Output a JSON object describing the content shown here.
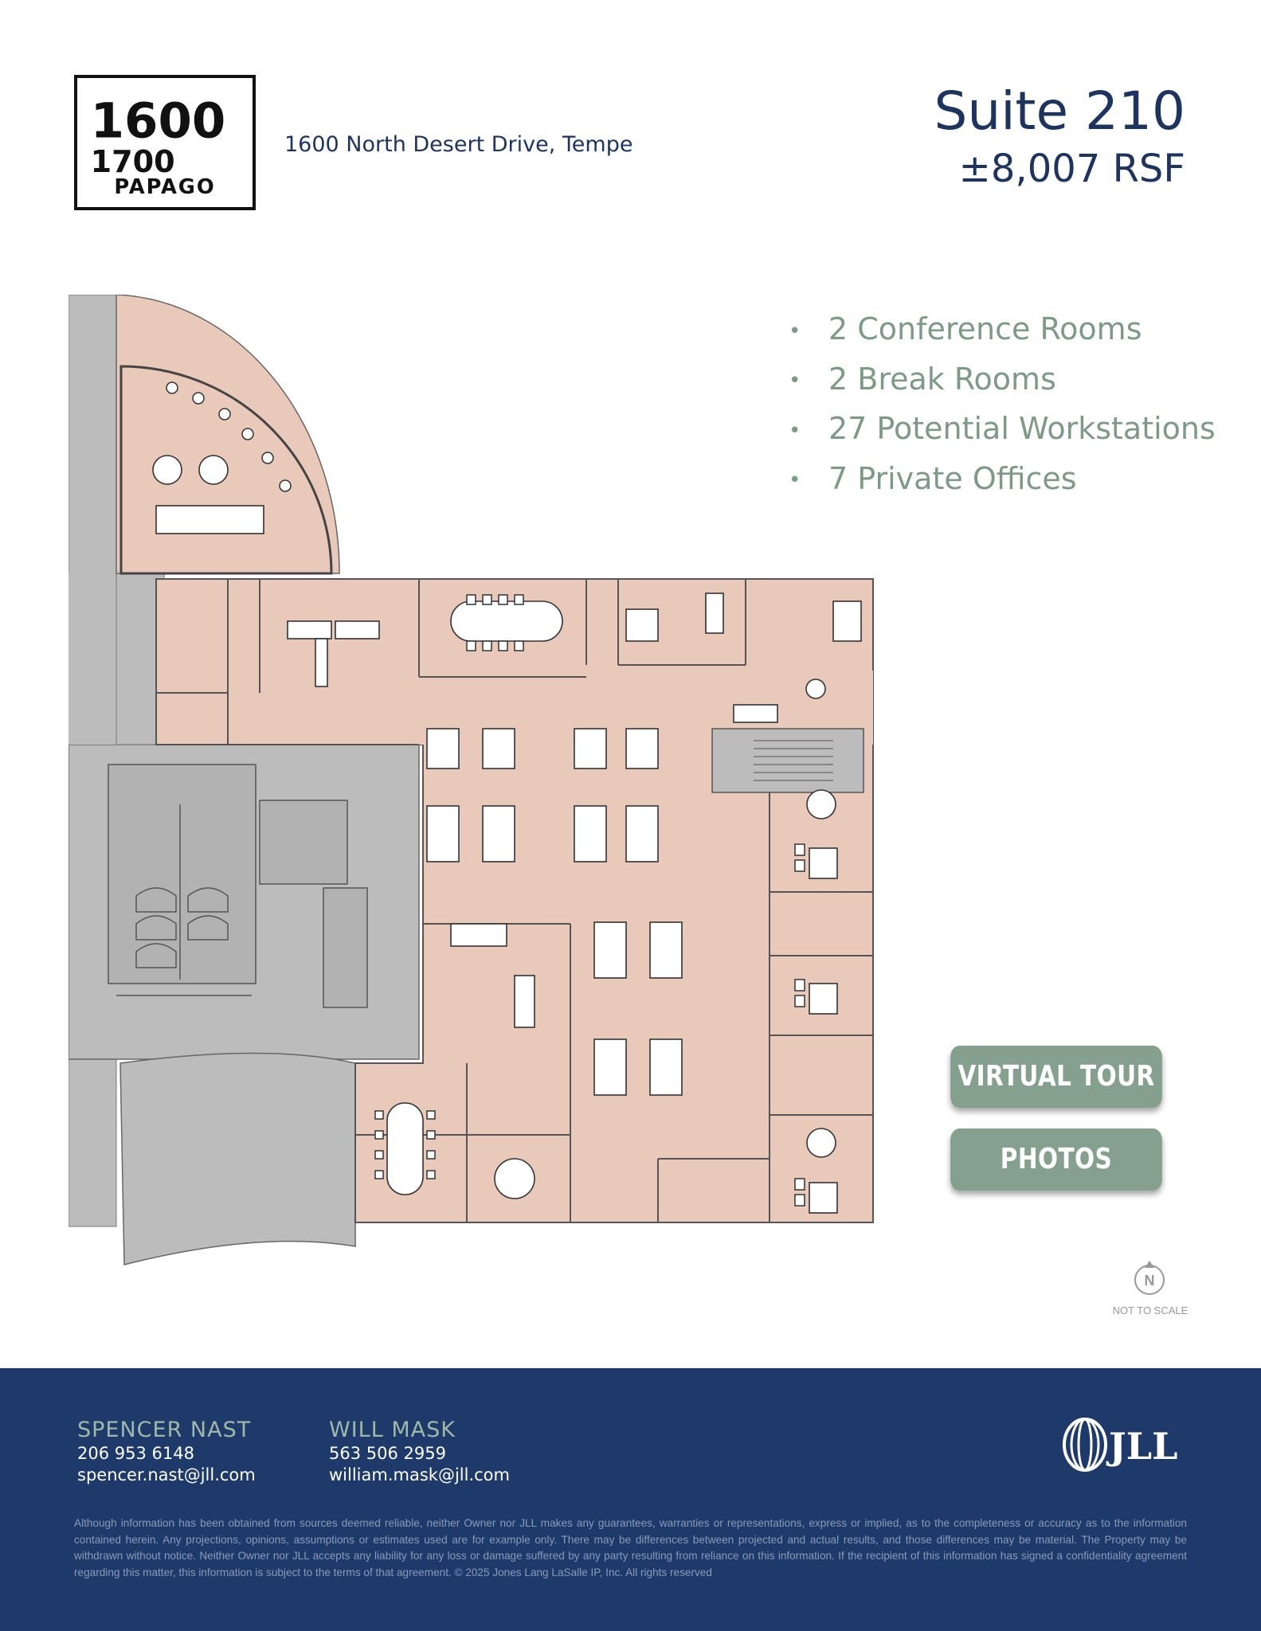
{
  "logo": {
    "line1": "1600",
    "line2": "1700",
    "word": "PAPAGO"
  },
  "address": "1600 North Desert Drive, Tempe",
  "suite": {
    "title": "Suite 210",
    "rsf": "±8,007 RSF"
  },
  "features": [
    "2 Conference Rooms",
    "2 Break Rooms",
    "27 Potential Workstations",
    "7 Private Offices"
  ],
  "buttons": {
    "virtual_tour": "VIRTUAL TOUR",
    "photos": "PHOTOS"
  },
  "compass": {
    "letter": "N",
    "note": "NOT TO SCALE"
  },
  "contacts": [
    {
      "name": "SPENCER NAST",
      "phone": "206 953 6148",
      "email": "spencer.nast@jll.com"
    },
    {
      "name": "WILL MASK",
      "phone": "563 506 2959",
      "email": "william.mask@jll.com"
    }
  ],
  "brand": "JLL",
  "disclaimer": "Although information has been obtained from sources deemed reliable, neither Owner nor JLL makes any guarantees, warranties or representations, express or implied, as to the completeness or accuracy as to the information contained herein. Any projections, opinions, assumptions or estimates used are for example only. There may be differences between projected and actual results, and those differences may be material. The Property may be withdrawn without notice. Neither Owner nor JLL accepts any liability for any loss or damage suffered by any party resulting from reliance on this information. If the recipient of this information has signed a confidentiality agreement regarding this matter, this information is subject to the terms of that agreement. © 2025 Jones Lang LaSalle IP, Inc. All rights reserved",
  "colors": {
    "navy": "#1d3461",
    "footer": "#1d3a6b",
    "sage": "#86a08f",
    "suite_fill": "#e9c9ba",
    "core_fill": "#bcbcbc"
  }
}
